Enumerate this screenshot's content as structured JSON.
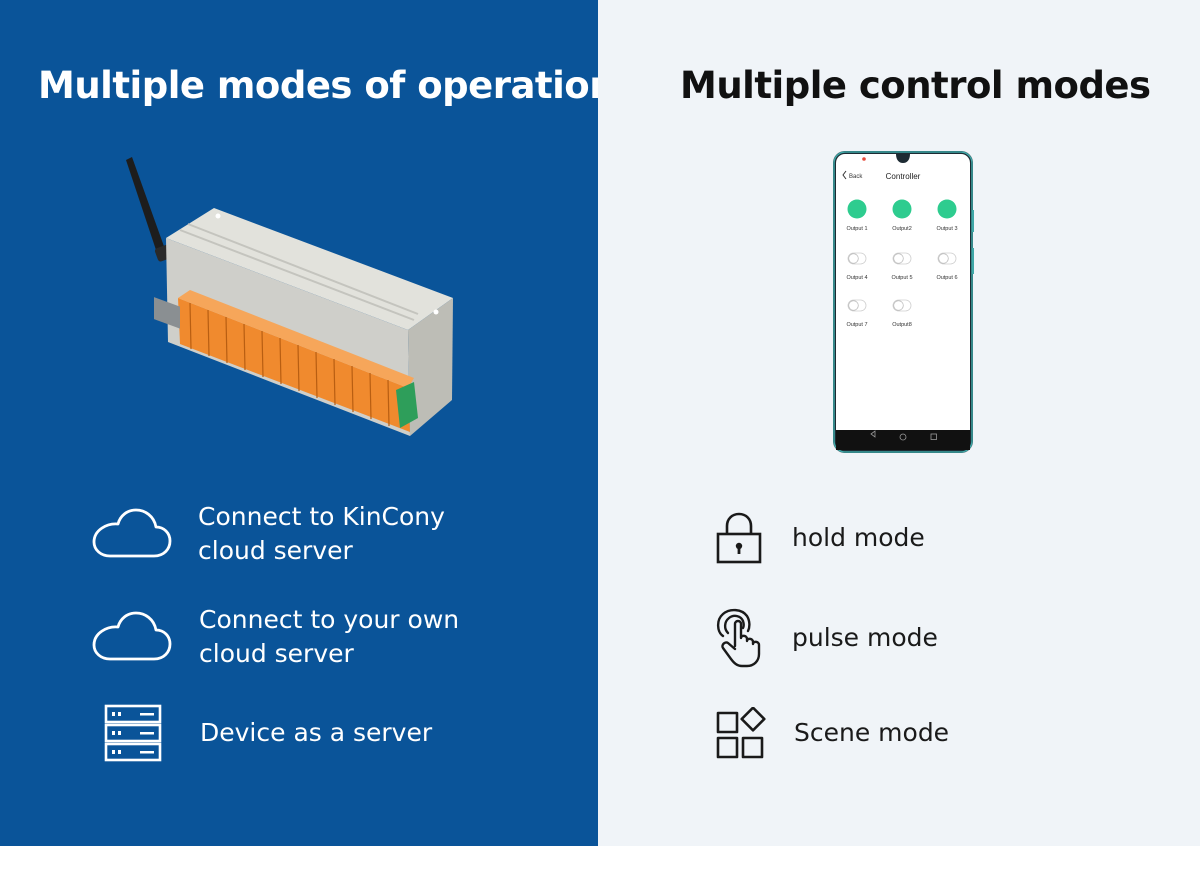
{
  "left": {
    "title": "Multiple modes of operation",
    "features": [
      {
        "icon": "cloud-icon",
        "text": "Connect to KinCony\ncloud server"
      },
      {
        "icon": "cloud-icon",
        "text": "Connect to your own\ncloud server"
      },
      {
        "icon": "server-icon",
        "text": "Device as a server"
      }
    ]
  },
  "right": {
    "title": "Multiple control modes",
    "features": [
      {
        "icon": "lock-icon",
        "text": "hold mode"
      },
      {
        "icon": "touch-icon",
        "text": "pulse mode"
      },
      {
        "icon": "scene-icon",
        "text": "Scene mode"
      }
    ]
  },
  "phone": {
    "back_label": "Back",
    "title": "Controller",
    "outputs": [
      {
        "label": "Output 1",
        "on": true
      },
      {
        "label": "Output2",
        "on": true
      },
      {
        "label": "Output 3",
        "on": true
      },
      {
        "label": "Output 4",
        "on": false
      },
      {
        "label": "Output 5",
        "on": false
      },
      {
        "label": "Output 6",
        "on": false
      },
      {
        "label": "Output 7",
        "on": false
      },
      {
        "label": "Output8",
        "on": false
      }
    ],
    "on_color": "#2ecc8f"
  },
  "colors": {
    "left_bg": "#0a5499",
    "right_bg": "#f0f4f8",
    "terminal_orange": "#f08a2e",
    "device_body": "#d4d4cf"
  }
}
